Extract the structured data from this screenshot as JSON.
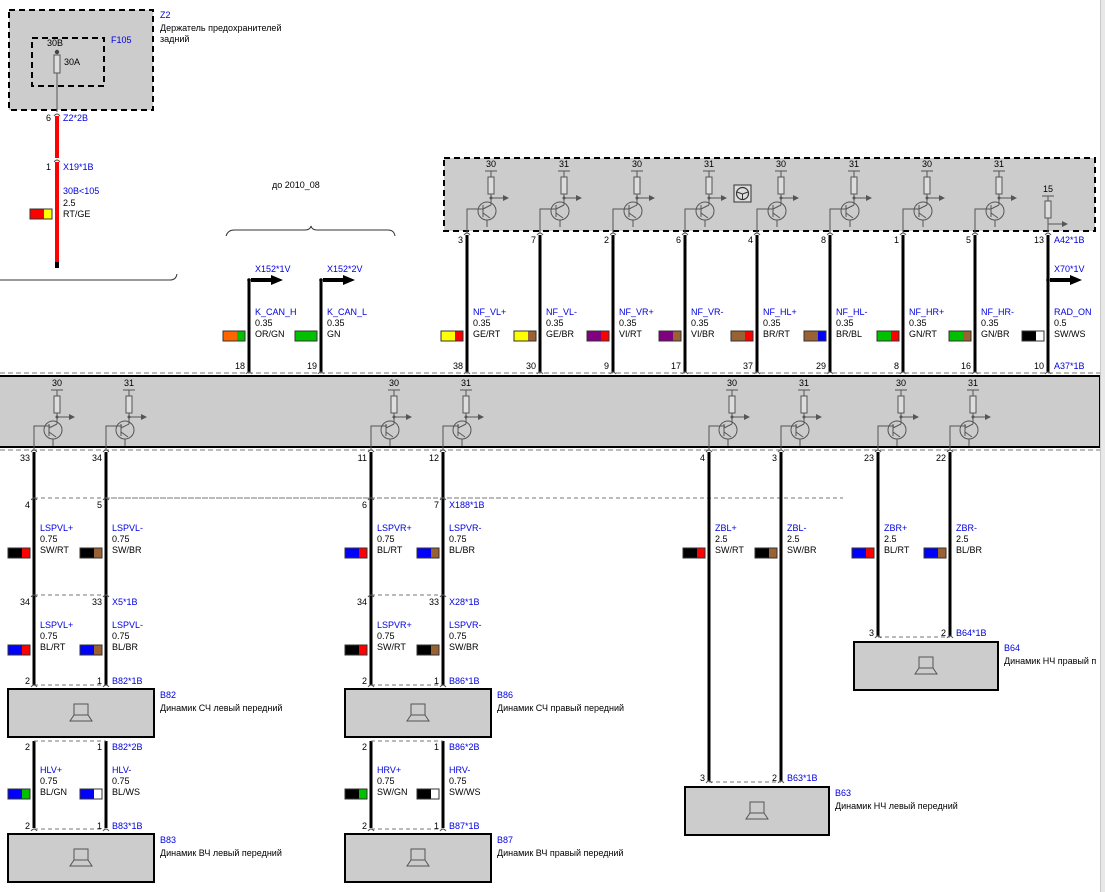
{
  "title": "Wiring diagram — audio system",
  "colors": {
    "label_blue": "#0000e0",
    "box_fill": "#cccccc",
    "wire": "#000000",
    "wire_power": "#ff0000",
    "RT": "#ff0000",
    "GE": "#ffff00",
    "BR": "#9a6233",
    "VI": "#800080",
    "BL": "#0000ff",
    "GN": "#00c000",
    "SW": "#000000",
    "WS": "#ffffff",
    "OR": "#ff6600"
  },
  "fuse_holder": {
    "id": "Z2",
    "name_line1": "Держатель предохранителей",
    "name_line2": "задний",
    "fuse_id": "F105",
    "fuse_terminal": "30B",
    "fuse_rating": "30A",
    "pin_out": "6",
    "connector_out": "Z2*2B",
    "pin_in": "1",
    "connector_in": "X19*1B",
    "wire_name": "30B<105",
    "wire_size": "2.5",
    "wire_color": "RT/GE",
    "swatch": [
      "RT",
      "GE"
    ]
  },
  "variant_label": "до 2010_08",
  "can_wires": [
    {
      "connector": "X152*1V",
      "name": "K_CAN_H",
      "size": "0.35",
      "color": "OR/GN",
      "swatch": [
        "OR",
        "GN"
      ],
      "pin": "18"
    },
    {
      "connector": "X152*2V",
      "name": "K_CAN_L",
      "size": "0.35",
      "color": "GN",
      "swatch": [
        "GN",
        "GN"
      ],
      "pin": "19"
    }
  ],
  "head_unit": {
    "connector_top": "A42*1B",
    "connector_bottom": "A37*1B",
    "outputs": [
      {
        "term": "30",
        "pin_top": "3",
        "name": "NF_VL+",
        "size": "0.35",
        "color": "GE/RT",
        "swatch": [
          "GE",
          "RT"
        ],
        "pin_bottom": "38"
      },
      {
        "term": "31",
        "pin_top": "7",
        "name": "NF_VL-",
        "size": "0.35",
        "color": "GE/BR",
        "swatch": [
          "GE",
          "BR"
        ],
        "pin_bottom": "30"
      },
      {
        "term": "30",
        "pin_top": "2",
        "name": "NF_VR+",
        "size": "0.35",
        "color": "VI/RT",
        "swatch": [
          "VI",
          "RT"
        ],
        "pin_bottom": "9"
      },
      {
        "term": "31",
        "pin_top": "6",
        "name": "NF_VR-",
        "size": "0.35",
        "color": "VI/BR",
        "swatch": [
          "VI",
          "BR"
        ],
        "pin_bottom": "17"
      },
      {
        "term": "30",
        "pin_top": "4",
        "name": "NF_HL+",
        "size": "0.35",
        "color": "BR/RT",
        "swatch": [
          "BR",
          "RT"
        ],
        "pin_bottom": "37"
      },
      {
        "term": "31",
        "pin_top": "8",
        "name": "NF_HL-",
        "size": "0.35",
        "color": "BR/BL",
        "swatch": [
          "BR",
          "BL"
        ],
        "pin_bottom": "29"
      },
      {
        "term": "30",
        "pin_top": "1",
        "name": "NF_HR+",
        "size": "0.35",
        "color": "GN/RT",
        "swatch": [
          "GN",
          "RT"
        ],
        "pin_bottom": "8"
      },
      {
        "term": "31",
        "pin_top": "5",
        "name": "NF_HR-",
        "size": "0.35",
        "color": "GN/BR",
        "swatch": [
          "GN",
          "BR"
        ],
        "pin_bottom": "16"
      }
    ],
    "rad_on": {
      "term": "15",
      "pin_top": "13",
      "connector_out": "X70*1V",
      "name": "RAD_ON",
      "size": "0.5",
      "color": "SW/WS",
      "swatch": [
        "SW",
        "WS"
      ],
      "pin_bottom": "10"
    }
  },
  "amplifier": {
    "channels": [
      {
        "term": "30",
        "pin": "33"
      },
      {
        "term": "31",
        "pin": "34"
      },
      {
        "term": "30",
        "pin": "11"
      },
      {
        "term": "31",
        "pin": "12"
      },
      {
        "term": "30",
        "pin": "4"
      },
      {
        "term": "31",
        "pin": "3"
      },
      {
        "term": "30",
        "pin": "23"
      },
      {
        "term": "31",
        "pin": "22"
      }
    ]
  },
  "front_left": {
    "seg1": {
      "pins": [
        "4",
        "5"
      ],
      "connector": "",
      "wires": [
        {
          "name": "LSPVL+",
          "size": "0.75",
          "color": "SW/RT",
          "swatch": [
            "SW",
            "RT"
          ]
        },
        {
          "name": "LSPVL-",
          "size": "0.75",
          "color": "SW/BR",
          "swatch": [
            "SW",
            "BR"
          ]
        }
      ]
    },
    "seg2": {
      "pins": [
        "34",
        "33"
      ],
      "connector": "X5*1B",
      "wires": [
        {
          "name": "LSPVL+",
          "size": "0.75",
          "color": "BL/RT",
          "swatch": [
            "BL",
            "RT"
          ]
        },
        {
          "name": "LSPVL-",
          "size": "0.75",
          "color": "BL/BR",
          "swatch": [
            "BL",
            "BR"
          ]
        }
      ]
    },
    "mid": {
      "pins": [
        "2",
        "1"
      ],
      "connector": "B82*1B",
      "id": "B82",
      "name": "Динамик СЧ левый передний"
    },
    "seg3": {
      "pins": [
        "2",
        "1"
      ],
      "connector": "B82*2B",
      "wires": [
        {
          "name": "HLV+",
          "size": "0.75",
          "color": "BL/GN",
          "swatch": [
            "BL",
            "GN"
          ]
        },
        {
          "name": "HLV-",
          "size": "0.75",
          "color": "BL/WS",
          "swatch": [
            "BL",
            "WS"
          ]
        }
      ]
    },
    "tweeter": {
      "pins": [
        "2",
        "1"
      ],
      "connector": "B83*1B",
      "id": "B83",
      "name": "Динамик ВЧ левый передний"
    }
  },
  "front_right": {
    "seg1": {
      "pins": [
        "6",
        "7"
      ],
      "connector": "X188*1B",
      "wires": [
        {
          "name": "LSPVR+",
          "size": "0.75",
          "color": "BL/RT",
          "swatch": [
            "BL",
            "RT"
          ]
        },
        {
          "name": "LSPVR-",
          "size": "0.75",
          "color": "BL/BR",
          "swatch": [
            "BL",
            "BR"
          ]
        }
      ]
    },
    "seg2": {
      "pins": [
        "34",
        "33"
      ],
      "connector": "X28*1B",
      "wires": [
        {
          "name": "LSPVR+",
          "size": "0.75",
          "color": "SW/RT",
          "swatch": [
            "SW",
            "RT"
          ]
        },
        {
          "name": "LSPVR-",
          "size": "0.75",
          "color": "SW/BR",
          "swatch": [
            "SW",
            "BR"
          ]
        }
      ]
    },
    "mid": {
      "pins": [
        "2",
        "1"
      ],
      "connector": "B86*1B",
      "id": "B86",
      "name": "Динамик СЧ правый передний"
    },
    "seg3": {
      "pins": [
        "2",
        "1"
      ],
      "connector": "B86*2B",
      "wires": [
        {
          "name": "HRV+",
          "size": "0.75",
          "color": "SW/GN",
          "swatch": [
            "SW",
            "GN"
          ]
        },
        {
          "name": "HRV-",
          "size": "0.75",
          "color": "SW/WS",
          "swatch": [
            "SW",
            "WS"
          ]
        }
      ]
    },
    "tweeter": {
      "pins": [
        "2",
        "1"
      ],
      "connector": "B87*1B",
      "id": "B87",
      "name": "Динамик ВЧ правый передний"
    }
  },
  "woofers": {
    "left": {
      "wires": [
        {
          "name": "ZBL+",
          "size": "2.5",
          "color": "SW/RT",
          "swatch": [
            "SW",
            "RT"
          ]
        },
        {
          "name": "ZBL-",
          "size": "2.5",
          "color": "SW/BR",
          "swatch": [
            "SW",
            "BR"
          ]
        }
      ],
      "pins": [
        "3",
        "2"
      ],
      "connector": "B63*1B",
      "id": "B63",
      "name": "Динамик НЧ левый передний"
    },
    "right": {
      "wires": [
        {
          "name": "ZBR+",
          "size": "2.5",
          "color": "BL/RT",
          "swatch": [
            "BL",
            "RT"
          ]
        },
        {
          "name": "ZBR-",
          "size": "2.5",
          "color": "BL/BR",
          "swatch": [
            "BL",
            "BR"
          ]
        }
      ],
      "pins": [
        "3",
        "2"
      ],
      "connector": "B64*1B",
      "id": "B64",
      "name": "Динамик НЧ правый п"
    }
  }
}
